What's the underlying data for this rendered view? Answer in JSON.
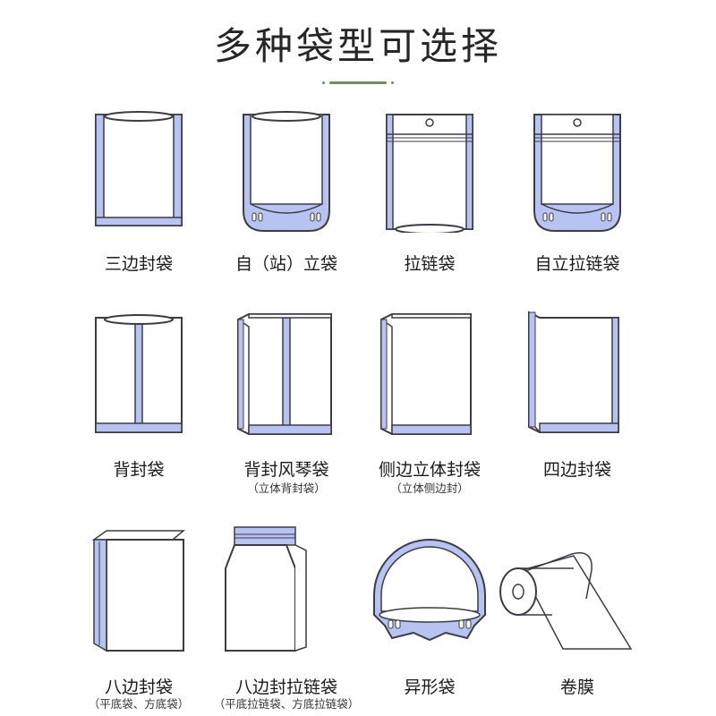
{
  "title": "多种袋型可选择",
  "colors": {
    "seal": "#b7c3f0",
    "outline": "#3c3c46",
    "accent": "#6f8f5f"
  },
  "bags": [
    {
      "name": "三边封袋",
      "sub": ""
    },
    {
      "name": "自（站）立袋",
      "sub": ""
    },
    {
      "name": "拉链袋",
      "sub": ""
    },
    {
      "name": "自立拉链袋",
      "sub": ""
    },
    {
      "name": "背封袋",
      "sub": ""
    },
    {
      "name": "背封风琴袋",
      "sub": "（立体背封袋）"
    },
    {
      "name": "侧边立体封袋",
      "sub": "（立体侧边封）"
    },
    {
      "name": "四边封袋",
      "sub": ""
    },
    {
      "name": "八边封袋",
      "sub": "（平底袋、方底袋）"
    },
    {
      "name": "八边封拉链袋",
      "sub": "（平底拉链袋、方底拉链袋）"
    },
    {
      "name": "异形袋",
      "sub": ""
    },
    {
      "name": "卷膜",
      "sub": ""
    }
  ]
}
